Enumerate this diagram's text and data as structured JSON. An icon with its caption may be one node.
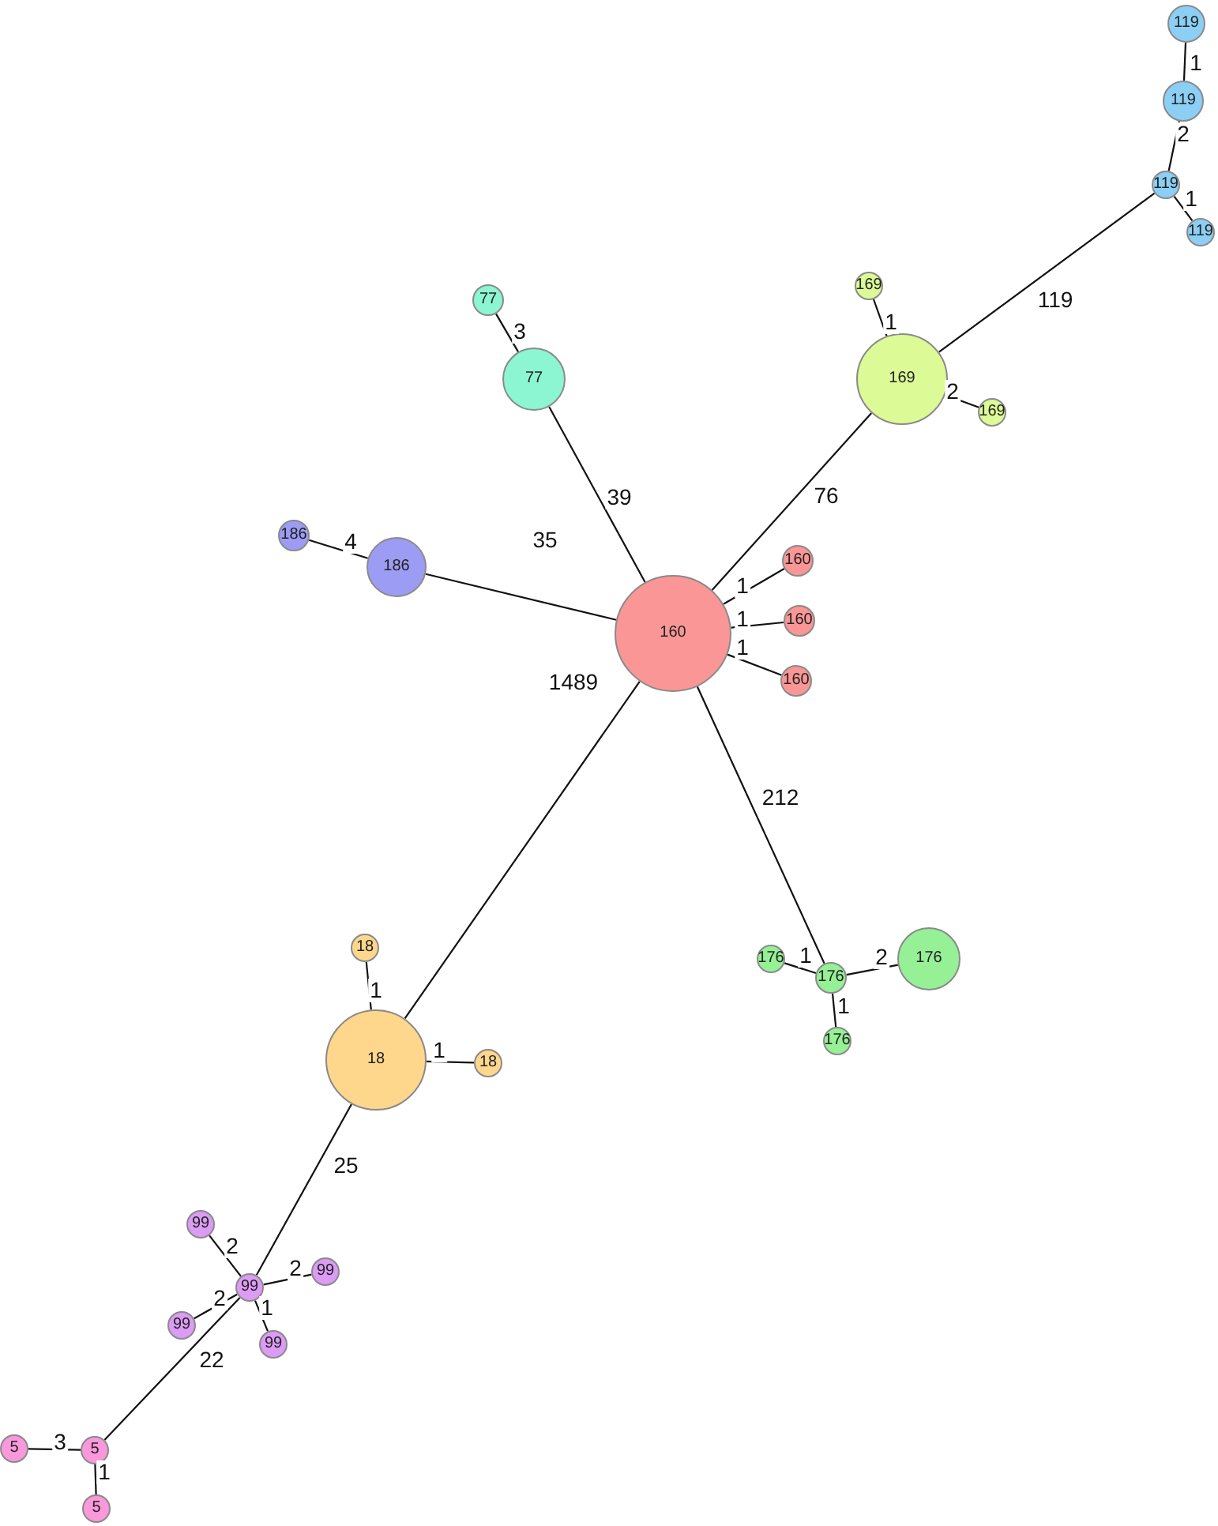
{
  "diagram": {
    "nodes": [
      {
        "text": [
          "119"
        ]
      },
      {
        "text": [
          "119"
        ]
      },
      {
        "text": [
          "119"
        ]
      },
      {
        "text": [
          "119"
        ]
      },
      {
        "text": [
          "169"
        ]
      },
      {
        "text": [
          "77"
        ]
      },
      {
        "text": [
          "169"
        ]
      },
      {
        "text": [
          "77"
        ]
      },
      {
        "text": [
          "169"
        ]
      },
      {
        "text": [
          "186"
        ]
      },
      {
        "text": [
          "160"
        ]
      },
      {
        "text": [
          "186"
        ]
      },
      {
        "text": [
          "160"
        ]
      },
      {
        "text": [
          "160"
        ]
      },
      {
        "text": [
          "160"
        ]
      },
      {
        "text": [
          "18"
        ]
      },
      {
        "text": [
          "176"
        ]
      },
      {
        "text": [
          "176"
        ]
      },
      {
        "text": [
          "176"
        ]
      },
      {
        "text": [
          "176"
        ]
      },
      {
        "text": [
          "18"
        ]
      },
      {
        "text": [
          "18"
        ]
      },
      {
        "text": [
          "99"
        ]
      },
      {
        "text": [
          "99"
        ]
      },
      {
        "text": [
          "99"
        ]
      },
      {
        "text": [
          "99"
        ]
      },
      {
        "text": [
          "99"
        ]
      },
      {
        "text": [
          "5"
        ]
      },
      {
        "text": [
          "5"
        ]
      },
      {
        "text": [
          "5"
        ]
      }
    ],
    "edges": [
      {
        "from": 0,
        "to": 1,
        "arrow": "none",
        "label": "1"
      },
      {
        "from": 1,
        "to": 2,
        "arrow": "none",
        "label": "2"
      },
      {
        "from": 2,
        "to": 3,
        "arrow": "none",
        "label": "1"
      },
      {
        "from": 2,
        "to": 6,
        "arrow": "none",
        "label": "119"
      },
      {
        "from": 4,
        "to": 6,
        "arrow": "none",
        "label": "1"
      },
      {
        "from": 6,
        "to": 8,
        "arrow": "none",
        "label": "2"
      },
      {
        "from": 6,
        "to": 13,
        "arrow": "none",
        "label": "76"
      },
      {
        "from": 5,
        "to": 7,
        "arrow": "none",
        "label": "3"
      },
      {
        "from": 7,
        "to": 13,
        "arrow": "none",
        "label": "39"
      },
      {
        "from": 9,
        "to": 11,
        "arrow": "none",
        "label": "4"
      },
      {
        "from": 11,
        "to": 13,
        "arrow": "none",
        "label": "35"
      },
      {
        "from": 13,
        "to": 10,
        "arrow": "none",
        "label": "1"
      },
      {
        "from": 13,
        "to": 12,
        "arrow": "none",
        "label": "1"
      },
      {
        "from": 13,
        "to": 14,
        "arrow": "none",
        "label": "1"
      },
      {
        "from": 13,
        "to": 18,
        "arrow": "none",
        "label": "212"
      },
      {
        "from": 17,
        "to": 18,
        "arrow": "none",
        "label": "1"
      },
      {
        "from": 18,
        "to": 16,
        "arrow": "none",
        "label": "2"
      },
      {
        "from": 18,
        "to": 19,
        "arrow": "none",
        "label": "1"
      },
      {
        "from": 13,
        "to": 20,
        "arrow": "none",
        "label": "1489"
      },
      {
        "from": 15,
        "to": 20,
        "arrow": "none",
        "label": "1"
      },
      {
        "from": 20,
        "to": 21,
        "arrow": "none",
        "label": "1"
      },
      {
        "from": 20,
        "to": 24,
        "arrow": "none",
        "label": "25"
      },
      {
        "from": 24,
        "to": 22,
        "arrow": "none",
        "label": "2"
      },
      {
        "from": 24,
        "to": 23,
        "arrow": "none",
        "label": "2"
      },
      {
        "from": 24,
        "to": 25,
        "arrow": "none",
        "label": "2"
      },
      {
        "from": 24,
        "to": 26,
        "arrow": "none",
        "label": "1"
      },
      {
        "from": 24,
        "to": 28,
        "arrow": "none",
        "label": "22"
      },
      {
        "from": 27,
        "to": 28,
        "arrow": "none",
        "label": "3"
      },
      {
        "from": 28,
        "to": 29,
        "arrow": "none",
        "label": "1"
      }
    ]
  }
}
